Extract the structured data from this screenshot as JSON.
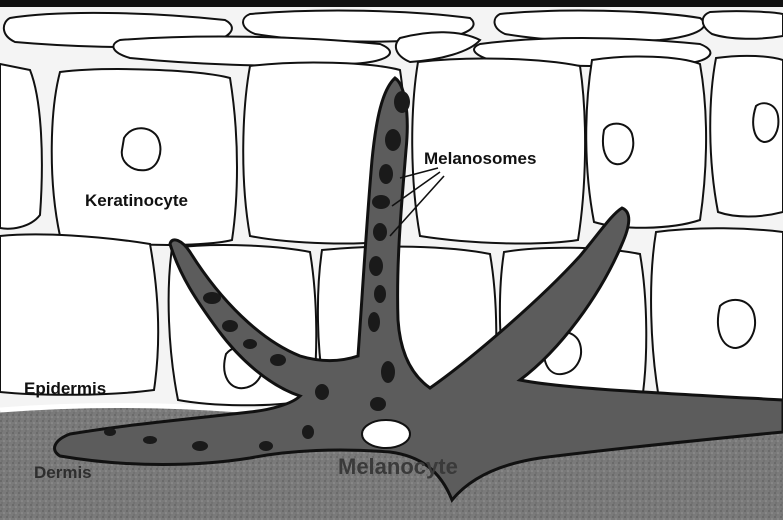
{
  "labels": {
    "keratinocyte": "Keratinocyte",
    "melanosomes": "Melanosomes",
    "epidermis": "Epidermis",
    "dermis": "Dermis",
    "melanocyte": "Melanocyte"
  },
  "colors": {
    "background": "#f4f4f4",
    "cell_outline": "#111111",
    "melanocyte_body": "#5c5c5c",
    "melanosome": "#1a1a1a",
    "dermis": "#7d7d7d",
    "basement_membrane": "#ffffff"
  }
}
